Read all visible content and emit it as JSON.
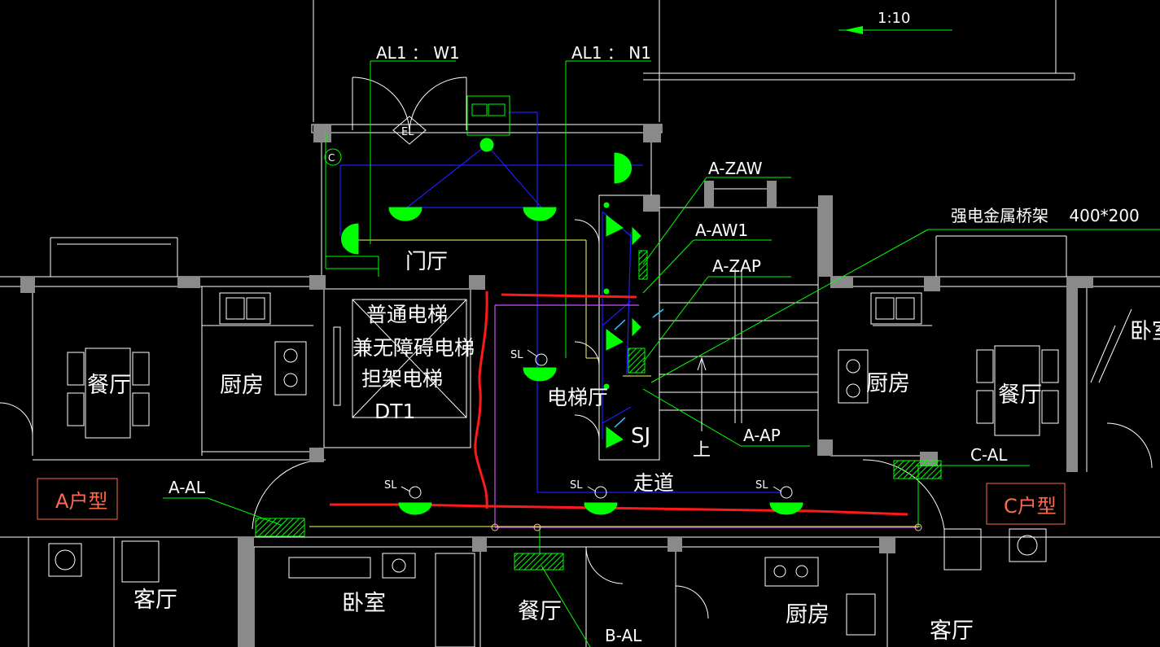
{
  "drawing": {
    "scale": "1:10",
    "colors": {
      "background": "#000000",
      "wall": "#ffffff",
      "wall_fill": "#8a8a8a",
      "lighting": "#00ff00",
      "circuit": "#1e1eff",
      "cable_tray": "#ffff66",
      "magenta_line": "#d24dff",
      "revision": "#ff1a1a",
      "unit_label": "#ff6a4d",
      "cyan": "#33ccff"
    },
    "rooms": {
      "lobby": "门厅",
      "elevator_line1": "普通电梯",
      "elevator_line2": "兼无障碍电梯",
      "elevator_line3": "担架电梯",
      "elevator_code": "DT1",
      "elevator_hall": "电梯厅",
      "shaft": "SJ",
      "corridor": "走道",
      "up": "上",
      "a_dining": "餐厅",
      "a_kitchen": "厨房",
      "c_kitchen": "厨房",
      "c_dining": "餐厅",
      "c_bedroom": "卧室",
      "a_living": "客厅",
      "b_bedroom": "卧室",
      "b_dining": "餐厅",
      "b_kitchen": "厨房",
      "c_living": "客厅"
    },
    "unit_types": {
      "a": "A户型",
      "c": "C户型"
    },
    "panels": {
      "al1_w1": "AL1 ： W1",
      "al1_n1": "AL1 ： N1",
      "a_zaw": "A-ZAW",
      "a_aw1": "A-AW1",
      "a_zap": "A-ZAP",
      "a_ap": "A-AP",
      "a_al": "A-AL",
      "b_al": "B-AL",
      "c_al": "C-AL"
    },
    "cable_tray_note": "强电金属桥架    400*200",
    "fixtures": {
      "el": "EL",
      "sl": "SL",
      "c": "C"
    }
  }
}
